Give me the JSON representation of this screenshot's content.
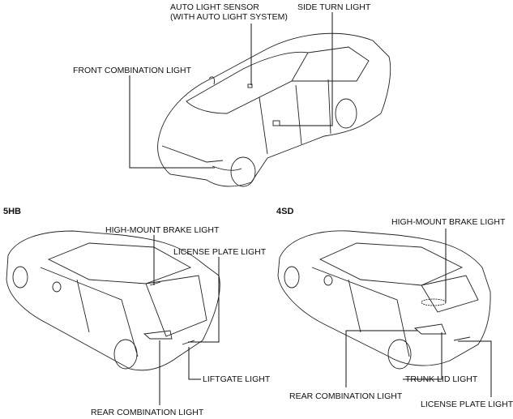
{
  "top": {
    "auto_light_sensor": "AUTO LIGHT SENSOR",
    "auto_light_sensor_note": "(WITH AUTO LIGHT SYSTEM)",
    "side_turn_light": "SIDE TURN LIGHT",
    "front_combination_light": "FRONT COMBINATION LIGHT"
  },
  "hb": {
    "title": "5HB",
    "high_mount_brake_light": "HIGH-MOUNT BRAKE LIGHT",
    "license_plate_light": "LICENSE PLATE LIGHT",
    "liftgate_light": "LIFTGATE LIGHT",
    "rear_combination_light": "REAR COMBINATION LIGHT"
  },
  "sd": {
    "title": "4SD",
    "high_mount_brake_light": "HIGH-MOUNT BRAKE LIGHT",
    "trunk_lid_light": "TRUNK LID LIGHT",
    "rear_combination_light": "REAR COMBINATION LIGHT",
    "license_plate_light": "LICENSE PLATE LIGHT"
  }
}
